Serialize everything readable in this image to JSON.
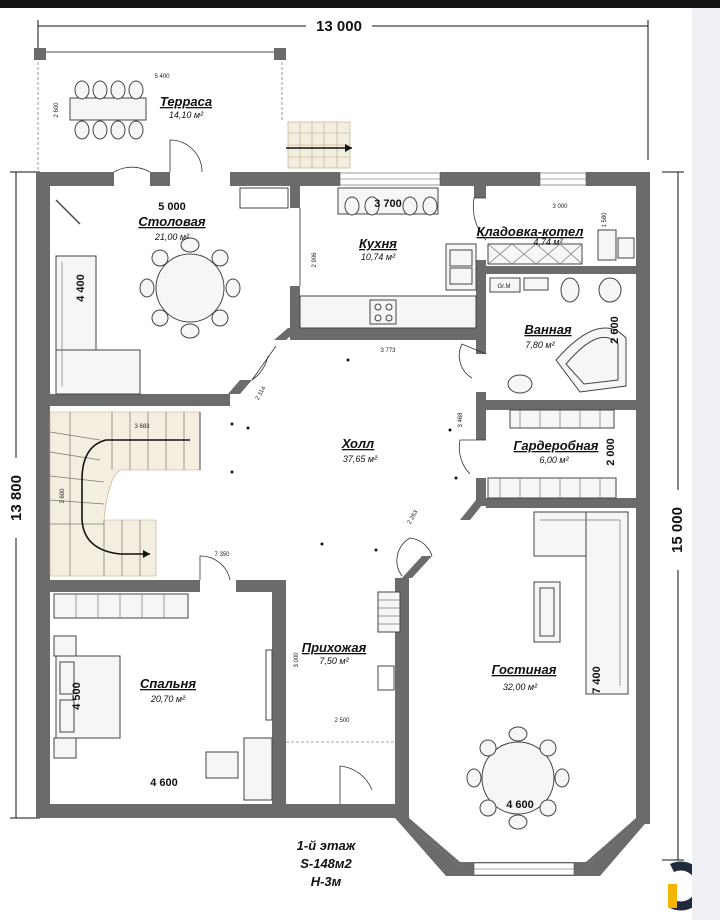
{
  "overall_dims": {
    "top_width": "13 000",
    "left_height": "13 800",
    "right_height": "15 000"
  },
  "rooms": {
    "terrace": {
      "name": "Терраса",
      "area": "14,10 м²",
      "dim_a": "5 400",
      "dim_b": "2 600"
    },
    "dining": {
      "name": "Столовая",
      "area": "21,00 м²",
      "dim_a": "5 000",
      "dim_b": "4 400"
    },
    "kitchen": {
      "name": "Кухня",
      "area": "10,74 м²",
      "dim_a": "3 700",
      "dim_b": "2 906"
    },
    "storage": {
      "name": "Кладовка-котел",
      "area": "4,74 м²",
      "dim_a": "3 000",
      "dim_b": "1 580"
    },
    "bathroom": {
      "name": "Ванная",
      "area": "7,80 м²",
      "dim_a": "2 600"
    },
    "hall": {
      "name": "Холл",
      "area": "37,65 м²",
      "dim_a": "3 773",
      "dim_b": "3 468",
      "dim_c": "2 114",
      "dim_d": "2 263"
    },
    "wardrobe": {
      "name": "Гардеробная",
      "area": "6,00 м²",
      "dim_a": "2 000"
    },
    "stairs": {
      "dim_a": "3 683",
      "dim_b": "3 600",
      "dim_c": "7 350"
    },
    "entry": {
      "name": "Прихожая",
      "area": "7,50 м²",
      "dim_a": "3 000",
      "dim_b": "2 500"
    },
    "bedroom": {
      "name": "Спальня",
      "area": "20,70 м²",
      "dim_a": "4 500",
      "dim_b": "4 600"
    },
    "living": {
      "name": "Гостиная",
      "area": "32,00 м²",
      "dim_a": "7 400",
      "dim_b": "4 600"
    }
  },
  "appliance_label": "Gr.M",
  "footer": {
    "floor": "1-й этаж",
    "area": "S-148м2",
    "height": "H-3м"
  },
  "colors": {
    "wall": "#6b6b6b",
    "background": "#ffffff",
    "top_band": "#141414",
    "side_panel": "#eef0f3",
    "logo_dark": "#1f2a3a",
    "logo_accent": "#f5b400"
  },
  "logo_icon": "company-logo-icon"
}
